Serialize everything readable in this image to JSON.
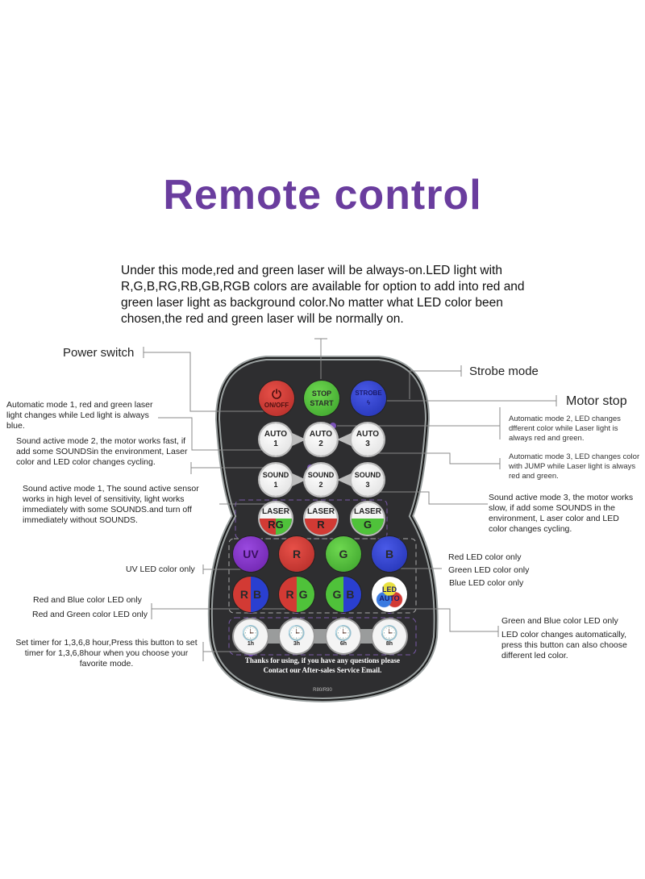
{
  "title": "Remote control",
  "intro": "Under this mode,red and green laser will be always-on.LED light with R,G,B,RG,RB,GB,RGB colors are available for option to add into red and green laser light as background color.No matter what LED color been chosen,the red and green laser will be normally on.",
  "labels": {
    "power_switch": "Power switch",
    "strobe_mode": "Strobe mode",
    "motor_stop": "Motor stop",
    "auto1": "Automatic mode 1, red and green laser light changes while Led light is always blue.",
    "sound2": "Sound active mode 2, the motor works fast, if add some SOUNDSin the environment,  Laser color and LED color changes  cycling.",
    "sound1": "Sound active mode 1,   The sound active sensor works in high level of sensitivity,  light works immediately with some SOUNDS.and turn off immediately without SOUNDS.",
    "auto2": "Automatic mode 2, LED changes dfferent color while Laser light is always red and green.",
    "auto3": "Automatic mode 3, LED changes color with JUMP while Laser light is always red and green.",
    "sound3": "Sound active mode 3, the motor works slow, if add some SOUNDS in the environment, L aser color and LED color changes cycling.",
    "uv": "UV LED color only",
    "red": "Red LED color only",
    "green": "Green LED color only",
    "blue": "Blue LED color only",
    "rb": "Red and Blue color LED only",
    "rg": "Red and Green color LED only",
    "gb": "Green and Blue color LED only",
    "auto_led": "LED color changes automatically, press this button can also choose  different led color.",
    "timer": "Set timer for 1,3,6,8 hour,Press this button to set timer for 1,3,6,8hour when you choose your favorite mode."
  },
  "remote": {
    "onoff": "ON/OFF",
    "stop": "STOP",
    "start": "START",
    "strobe": "STROBE",
    "auto": [
      "AUTO",
      "1",
      "2",
      "3"
    ],
    "sound": [
      "SOUND",
      "1",
      "2",
      "3"
    ],
    "laser": "LASER",
    "colors": [
      "UV",
      "R",
      "G",
      "B"
    ],
    "timers": [
      "1h",
      "3h",
      "6h",
      "8h"
    ],
    "footer": "Thanks for using, if you have any questions please Contact our After-sales Service Email.",
    "model": "R80/R90"
  },
  "colors": {
    "title": "#6a3d9e",
    "red": "#d23a34",
    "green": "#4fc23a",
    "blue": "#2a3fd0",
    "uv": "#7a2fc0",
    "body": "#3a3a3c"
  }
}
